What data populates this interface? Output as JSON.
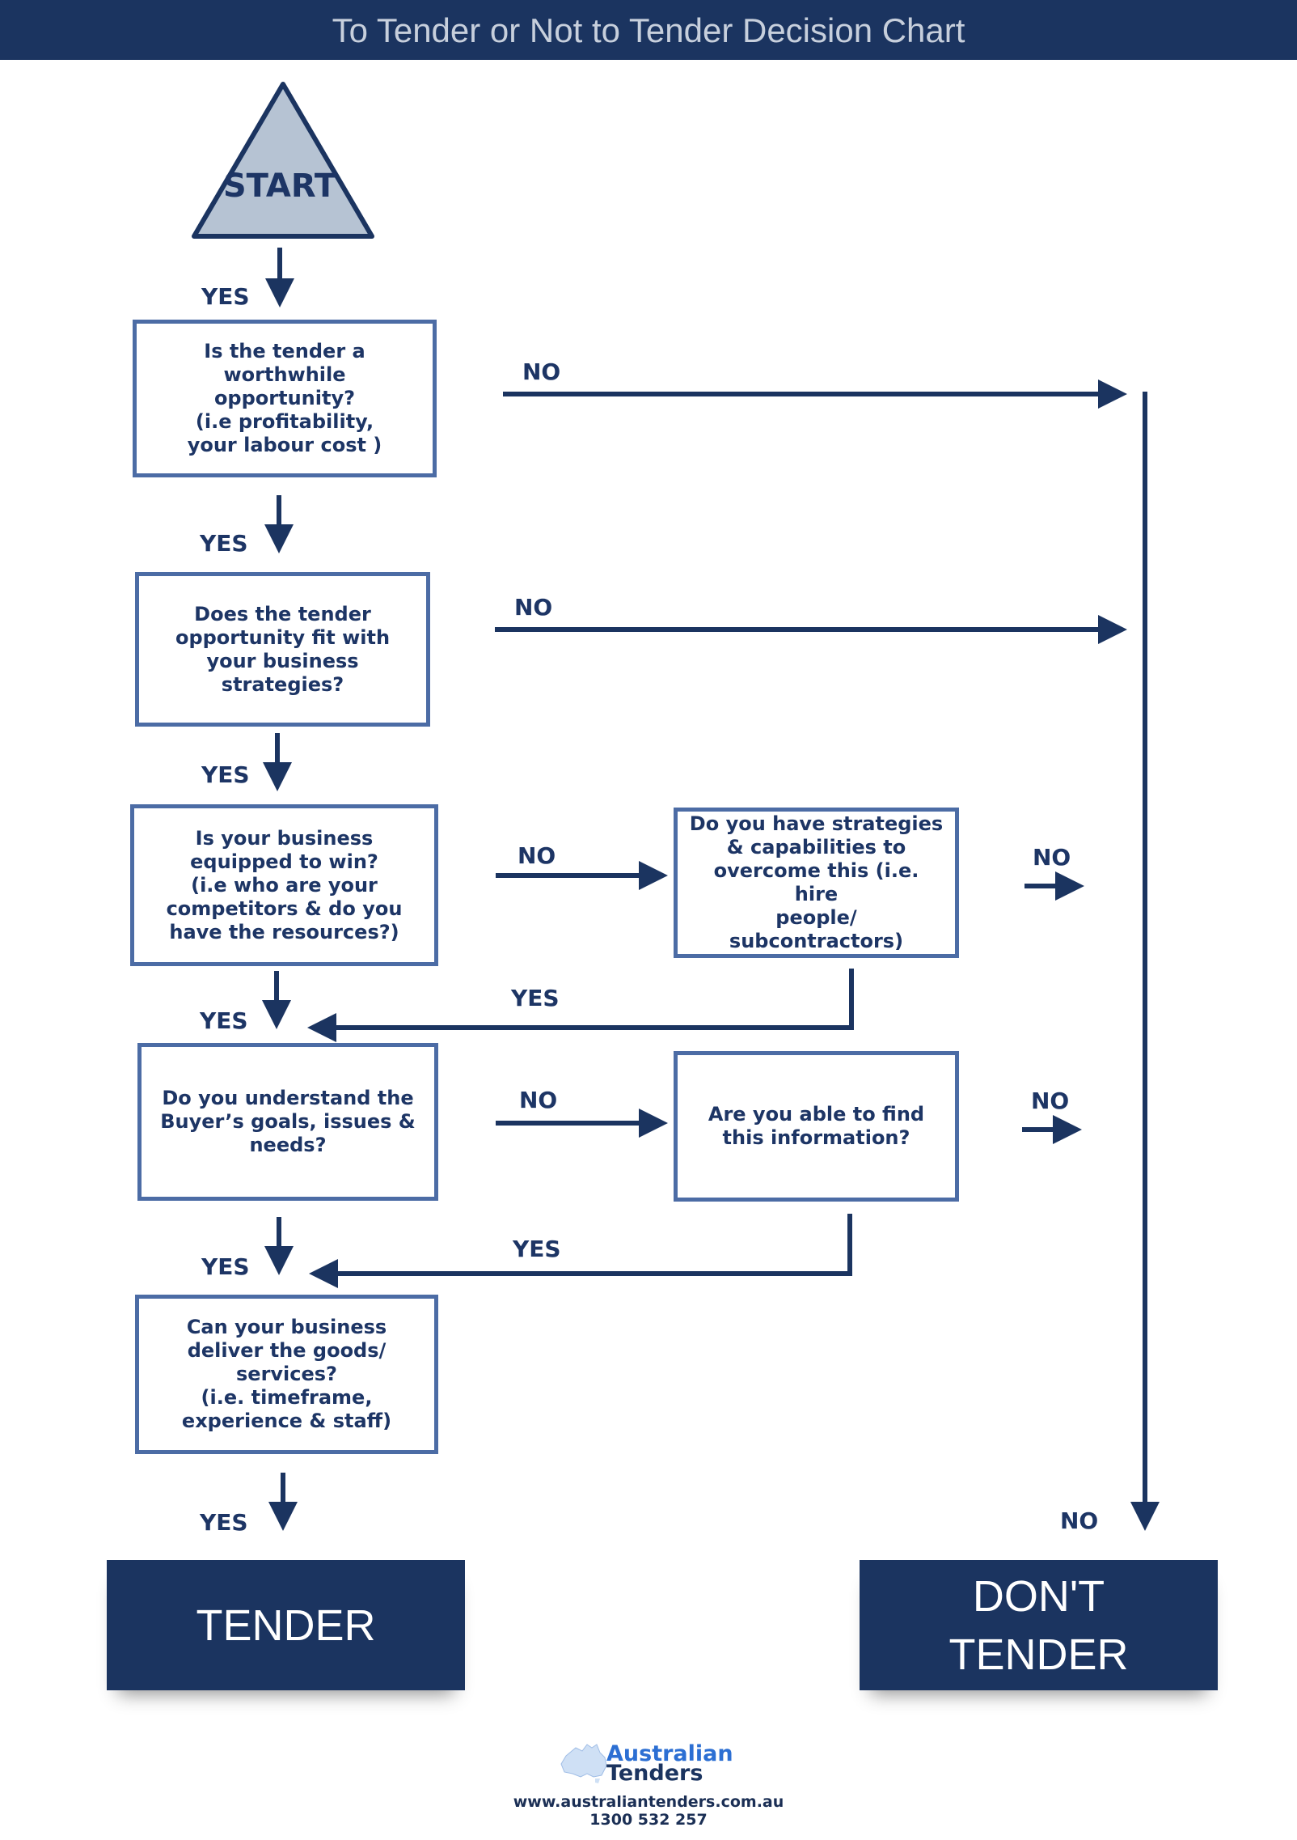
{
  "header": {
    "title": "To Tender or Not to Tender Decision Chart"
  },
  "colors": {
    "header_bg": "#1b3460",
    "box_border": "#4c6ca5",
    "text": "#1d3565",
    "start_fill": "#b6c3d3"
  },
  "start": {
    "label": "START"
  },
  "questions": [
    {
      "text": "Is the tender a\nworthwhile\nopportunity?\n(i.e profitability,\nyour labour cost  )"
    },
    {
      "text": "Does the tender\nopportunity fit with\nyour business\nstrategies?"
    },
    {
      "text": "Is your business\nequipped to win?\n(i.e who are your\ncompetitors & do you\nhave the resources?)"
    },
    {
      "text": "Do you understand the\nBuyer’s goals, issues &\nneeds?"
    },
    {
      "text": "Can your business\ndeliver the goods/\nservices?\n(i.e. timeframe,\nexperience & staff)"
    }
  ],
  "followups": [
    {
      "text": "Do you have strategies\n& capabilities to\novercome this (i.e. hire\npeople/\nsubcontractors)"
    },
    {
      "text": "Are you able to find\nthis information?"
    }
  ],
  "labels": {
    "yes": "YES",
    "no": "NO"
  },
  "outcomes": {
    "tender": "TENDER",
    "dont_tender": "DON'T\nTENDER"
  },
  "footer": {
    "brand_line1": "Australian",
    "brand_line2": "Tenders",
    "url": "www.australiantenders.com.au",
    "phone": "1300 532 257"
  }
}
